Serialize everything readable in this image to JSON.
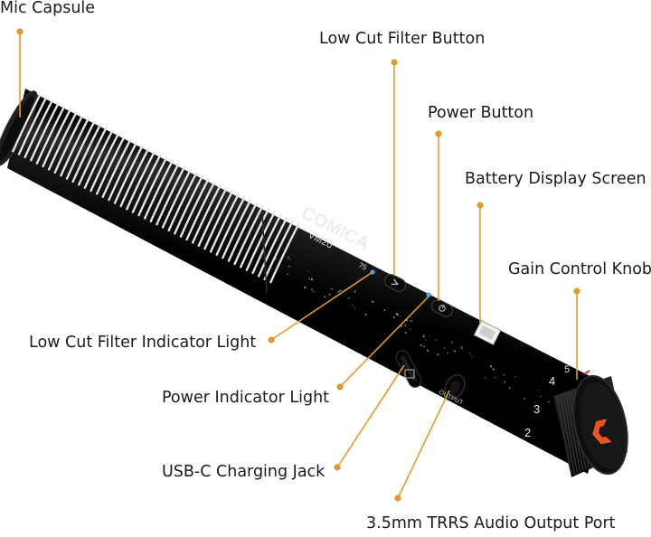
{
  "colors": {
    "leader": "#e09b2d",
    "body": "#121212",
    "grille": "#e6e6e6",
    "brand_accent": "#ea5520",
    "indicator_blue": "#3fa4ff"
  },
  "product": {
    "brand": "COMICA",
    "model": "VM20",
    "output_label": "OUTPUT",
    "lowcut_label": "75",
    "gain_scale": [
      "2",
      "3",
      "4",
      "5"
    ]
  },
  "callouts": [
    {
      "id": "mic-capsule",
      "label": "Mic Capsule"
    },
    {
      "id": "low-cut-filter-button",
      "label": "Low Cut Filter Button"
    },
    {
      "id": "power-button",
      "label": "Power Button"
    },
    {
      "id": "battery-display-screen",
      "label": "Battery Display Screen"
    },
    {
      "id": "gain-control-knob",
      "label": "Gain Control Knob"
    },
    {
      "id": "low-cut-filter-indicator-light",
      "label": "Low Cut Filter Indicator Light"
    },
    {
      "id": "power-indicator-light",
      "label": "Power Indicator Light"
    },
    {
      "id": "usb-c-charging-jack",
      "label": "USB-C Charging Jack"
    },
    {
      "id": "audio-output-port",
      "label": "3.5mm TRRS Audio Output Port"
    }
  ]
}
